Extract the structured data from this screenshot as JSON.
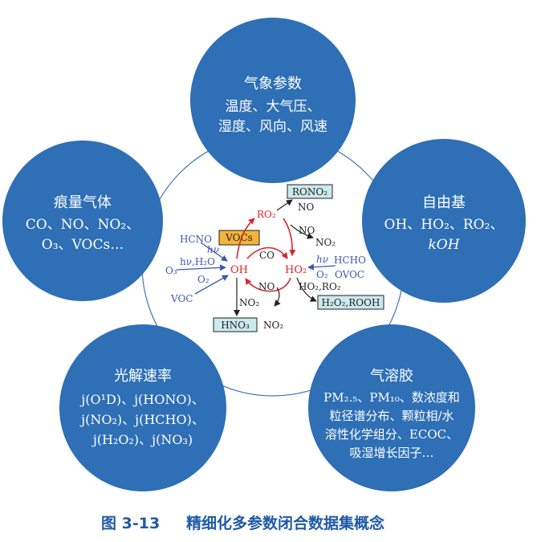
{
  "colors": {
    "circle": "#2e6fb6",
    "center_ring": "#3d74bf",
    "caption": "#1f5aa6",
    "red": "#d9262b",
    "blue": "#3b57b0",
    "box_orange": "#f3b43a",
    "box_teal": "#cce9ec"
  },
  "nodes": [
    {
      "id": "meteorology",
      "title": "气象参数",
      "lines": [
        "温度、大气压、",
        "湿度、风向、风速"
      ]
    },
    {
      "id": "trace-gas",
      "title": "痕量气体",
      "lines": [
        "CO、NO、NO₂、",
        "O₃、VOCs…"
      ]
    },
    {
      "id": "radicals",
      "title": "自由基",
      "lines": [
        "OH、HO₂、RO₂、",
        "kOH"
      ]
    },
    {
      "id": "photolysis",
      "title": "光解速率",
      "lines": [
        "j(O¹D)、j(HONO)、",
        "j(NO₂)、j(HCHO)、",
        "j(H₂O₂)、j(NO₃)"
      ]
    },
    {
      "id": "aerosol",
      "title": "气溶胶",
      "lines": [
        "PM₂.₅、PM₁₀、数浓度和",
        "粒径谱分布、颗粒相/水",
        "溶性化学组分、ECOC、",
        "吸湿增长因子…"
      ]
    }
  ],
  "center": {
    "rono2": "RONO₂",
    "ro2": "RO₂",
    "no_a": "NO",
    "no_b": "NO",
    "no2_a": "NO₂",
    "vocs": "VOCs",
    "hcno": "HCNO",
    "hv1": "hν",
    "hv_h2o": "hν,H₂O",
    "o3": "O₃",
    "o2_left": "O₂",
    "voc": "VOC",
    "oh": "OH",
    "co": "CO",
    "ho2": "HO₂",
    "hv2": "hν",
    "hcho": "HCHO",
    "o2_right": "O₂",
    "ovoc": "OVOC",
    "no_c": "NO",
    "no2_b": "NO₂",
    "ho2ro2": "HO₂,RO₂",
    "h2o2": "H₂O₂,ROOH",
    "hno3": "HNO₃",
    "no2_c": "NO₂"
  },
  "caption": {
    "label": "图 3-13",
    "text": "精细化多参数闭合数据集概念"
  }
}
